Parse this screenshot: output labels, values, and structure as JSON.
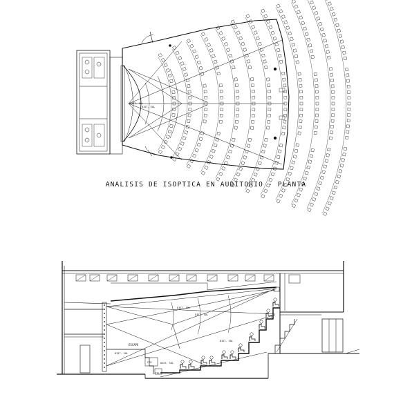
{
  "drawing": {
    "caption": "ANALISIS DE ISOPTICA EN AUDITORIO - PLANTA"
  },
  "plan": {
    "sight_labels": [
      "DIST. SOL",
      "DIST. SOL"
    ]
  },
  "section": {
    "escape_label": "ESCAPE",
    "sight_labels": [
      "DIST. SOL",
      "DIST. SOL",
      "DIST. SOL",
      "DIST. SOL",
      "DIST. SOL"
    ],
    "small_labels": [
      "CTO",
      "CTO"
    ]
  }
}
